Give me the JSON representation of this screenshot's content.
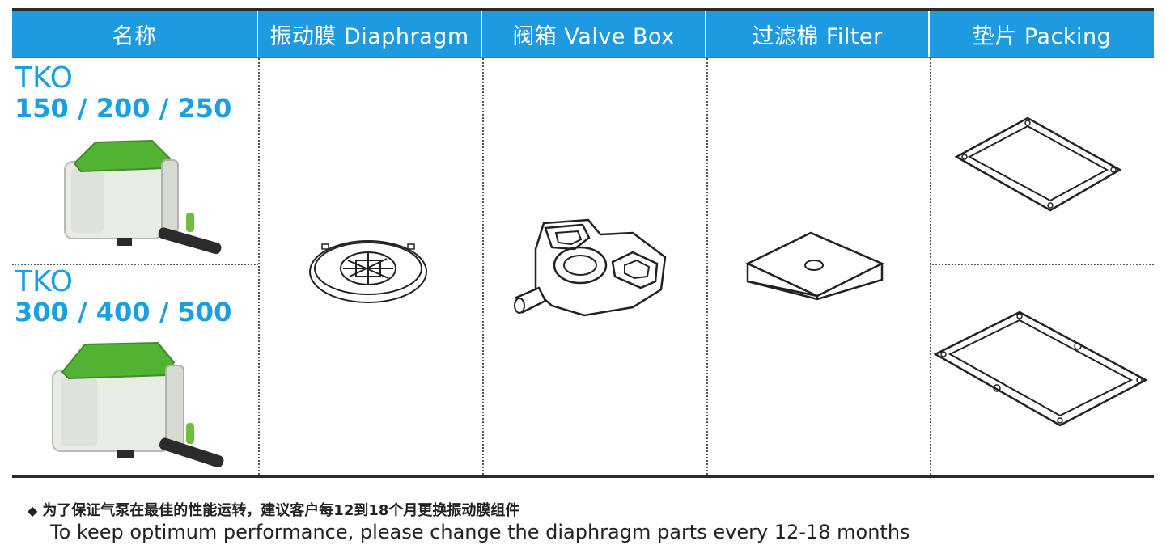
{
  "header": {
    "col_name": "名称",
    "col_diaphragm": "振动膜 Diaphragm",
    "col_valvebox": "阀箱 Valve Box",
    "col_filter": "过滤棉 Filter",
    "col_packing": "垫片 Packing"
  },
  "models": [
    {
      "name": "TKO",
      "sizes": "150 / 200 / 250"
    },
    {
      "name": "TKO",
      "sizes": "300 / 400 / 500"
    }
  ],
  "icons": {
    "pump_small": "air-pump-image",
    "pump_large": "air-pump-image",
    "diaphragm": "diaphragm-drawing",
    "valve_box": "valve-box-drawing",
    "filter": "filter-pad-drawing",
    "packing_small": "gasket-drawing",
    "packing_large": "gasket-drawing"
  },
  "colors": {
    "header_bg": "#1e9be0",
    "model_text": "#1a9fe0",
    "pump_green": "#4caf2a"
  },
  "note": {
    "zh": "为了保证气泵在最佳的性能运转，建议客户每12到18个月更换振动膜组件",
    "en": "To keep optimum performance, please change the diaphragm parts every 12-18 months"
  }
}
